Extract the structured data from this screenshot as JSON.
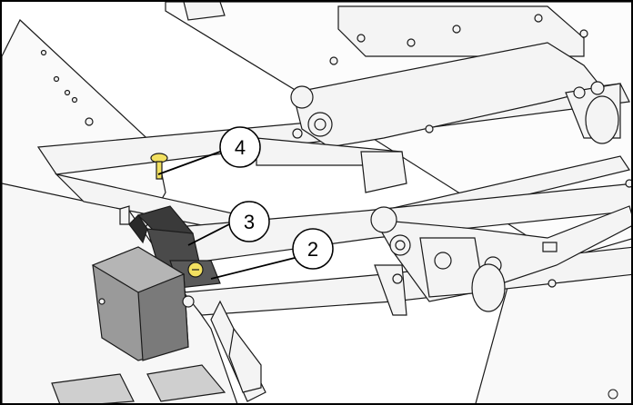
{
  "diagram": {
    "callouts": [
      {
        "id": "4",
        "label": "4"
      },
      {
        "id": "3",
        "label": "3"
      },
      {
        "id": "2",
        "label": "2"
      }
    ]
  },
  "colors": {
    "line": "#1a1a1a",
    "part_fill": "#f4f4f4",
    "panel_fill": "#fafafa",
    "bracket_dark": "#3a3a3a",
    "module_grey": "#9a9a9a",
    "screw_yellow": "#f2e060"
  }
}
